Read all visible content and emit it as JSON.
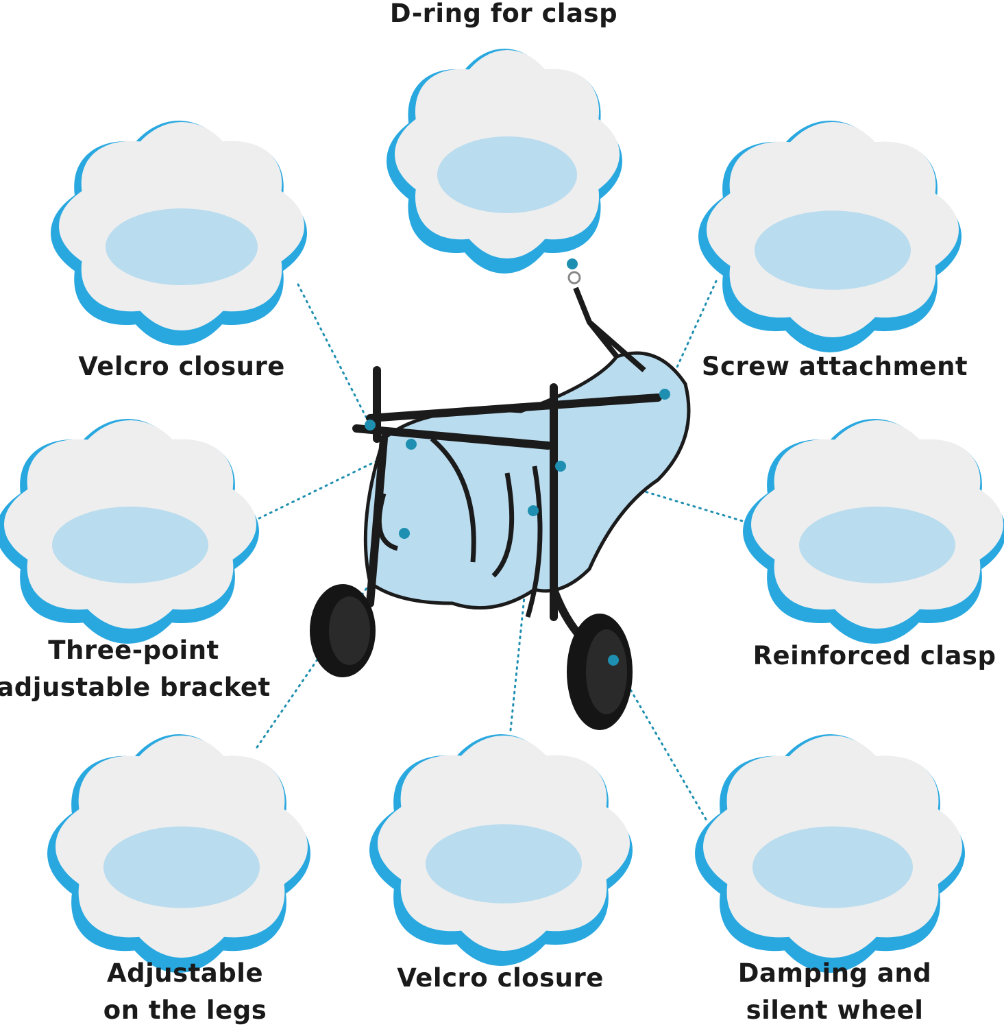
{
  "features": [
    {
      "id": "d-ring",
      "lines": [
        "D-ring for clasp"
      ]
    },
    {
      "id": "velcro-top",
      "lines": [
        "Velcro closure"
      ]
    },
    {
      "id": "screw",
      "lines": [
        "Screw attachment"
      ]
    },
    {
      "id": "bracket",
      "lines": [
        "Three-point",
        "adjustable bracket"
      ]
    },
    {
      "id": "clasp",
      "lines": [
        "Reinforced clasp"
      ]
    },
    {
      "id": "legs",
      "lines": [
        "Adjustable",
        "on the legs"
      ]
    },
    {
      "id": "velcro-bottom",
      "lines": [
        "Velcro closure"
      ]
    },
    {
      "id": "wheel",
      "lines": [
        "Damping and",
        "silent wheel"
      ]
    }
  ],
  "colors": {
    "blob_edge": "#29a8e0",
    "callout_dot": "#1e8fb0",
    "mesh": "#b9dcef",
    "frame": "#1b1b1b",
    "photo_bg": "#eeeeee"
  }
}
